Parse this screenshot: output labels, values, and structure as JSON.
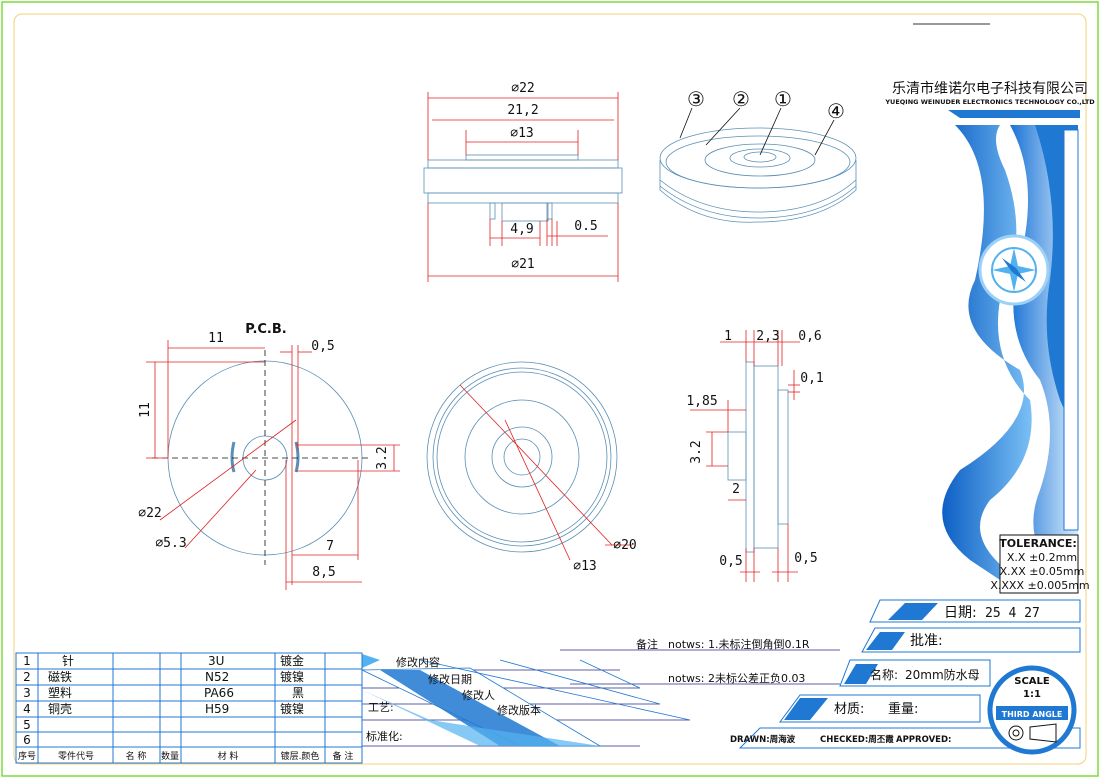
{
  "company": {
    "name_cn": "乐清市维诺尔电子科技有限公司",
    "name_en": "YUEQING WEINUDER ELECTRONICS TECHNOLOGY CO.,LTD"
  },
  "front_view": {
    "d22": "⌀22",
    "d21_2": "21,2",
    "d13": "⌀13",
    "d4_9": "4,9",
    "d0_5": "0.5",
    "d21": "⌀21"
  },
  "iso_view": {
    "callouts": [
      "③",
      "②",
      "①",
      "④"
    ]
  },
  "pcb_view": {
    "title": "P.C.B.",
    "d11_h": "11",
    "d0_5": "0,5",
    "d11_v": "11",
    "d3_2": "3.2",
    "d22": "⌀22",
    "d5_3": "⌀5.3",
    "d7": "7",
    "d8_5": "8,5"
  },
  "top_view": {
    "d20": "⌀20",
    "d13": "⌀13"
  },
  "side_view": {
    "d1": "1",
    "d2_3": "2,3",
    "d0_6": "0,6",
    "d0_1": "0,1",
    "d1_85": "1,85",
    "d3_2": "3.2",
    "d2": "2",
    "d0_5_left": "0,5",
    "d0_5_right": "0,5"
  },
  "tolerance": {
    "title": "TOLERANCE:",
    "lines": [
      "X.X  ±0.2mm",
      "X.XX  ±0.05mm",
      "X.XXX ±0.005mm"
    ]
  },
  "date": {
    "label": "日期:",
    "value": "25  4  27"
  },
  "approve": {
    "label": "批准:"
  },
  "name": {
    "label": "名称:",
    "value": "20mm防水母"
  },
  "material": {
    "label": "材质:",
    "weight_label": "重量:"
  },
  "scale": {
    "label": "SCALE",
    "value": "1:1",
    "projection": "THIRD ANGLE"
  },
  "notes": {
    "header": "备注",
    "line1": "notws: 1.未标注倒角倒0.1R",
    "line2": "notws: 2未标公差正负0.03"
  },
  "revision": {
    "content": "修改内容",
    "date": "修改日期",
    "person": "修改人",
    "version": "修改版本",
    "process": "工艺:",
    "standard": "标准化:"
  },
  "signoff": {
    "drawn": "DRAWN:周海波",
    "checked": "CHECKED:周丕霞",
    "approved": "APPROVED:"
  },
  "bom": {
    "rows": [
      {
        "no": "1",
        "part": "针",
        "material": "3U",
        "finish": "镀金"
      },
      {
        "no": "2",
        "part": "磁铁",
        "material": "N52",
        "finish": "镀镍"
      },
      {
        "no": "3",
        "part": "塑料",
        "material": "PA66",
        "finish": "黑"
      },
      {
        "no": "4",
        "part": "铜壳",
        "material": "H59",
        "finish": "镀镍"
      },
      {
        "no": "5",
        "part": "",
        "material": "",
        "finish": ""
      },
      {
        "no": "6",
        "part": "",
        "material": "",
        "finish": ""
      }
    ],
    "headers": {
      "no": "序号",
      "code": "零件代号",
      "name": "名 称",
      "qty": "数量",
      "material": "材 料",
      "finish": "镀层.颜色",
      "remark": "备 注"
    }
  },
  "colors": {
    "frame": "#7cdc3c",
    "blue": "#1f78d1",
    "dim": "#e02020",
    "part": "#5a8fb5"
  }
}
